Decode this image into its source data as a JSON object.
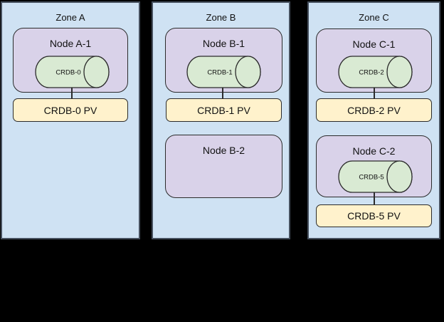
{
  "diagram": {
    "colors": {
      "canvas-bg": "#000000",
      "zone-fill": "#cfe2f3",
      "zone-border": "#46505e",
      "node-fill": "#d9d2e9",
      "cylinder-fill": "#d9ead3",
      "pv-fill": "#fff2cc",
      "shape-border": "#2b2b2b",
      "text-color": "#111111"
    },
    "zones": [
      {
        "label": "Zone A",
        "nodes": [
          {
            "label": "Node A-1",
            "cylinder": "CRDB-0",
            "pv": "CRDB-0 PV"
          }
        ]
      },
      {
        "label": "Zone B",
        "nodes": [
          {
            "label": "Node B-1",
            "cylinder": "CRDB-1",
            "pv": "CRDB-1 PV"
          },
          {
            "label": "Node B-2"
          }
        ]
      },
      {
        "label": "Zone C",
        "nodes": [
          {
            "label": "Node C-1",
            "cylinder": "CRDB-2",
            "pv": "CRDB-2 PV"
          },
          {
            "label": "Node C-2",
            "cylinder": "CRDB-5",
            "pv": "CRDB-5 PV"
          }
        ]
      }
    ]
  }
}
